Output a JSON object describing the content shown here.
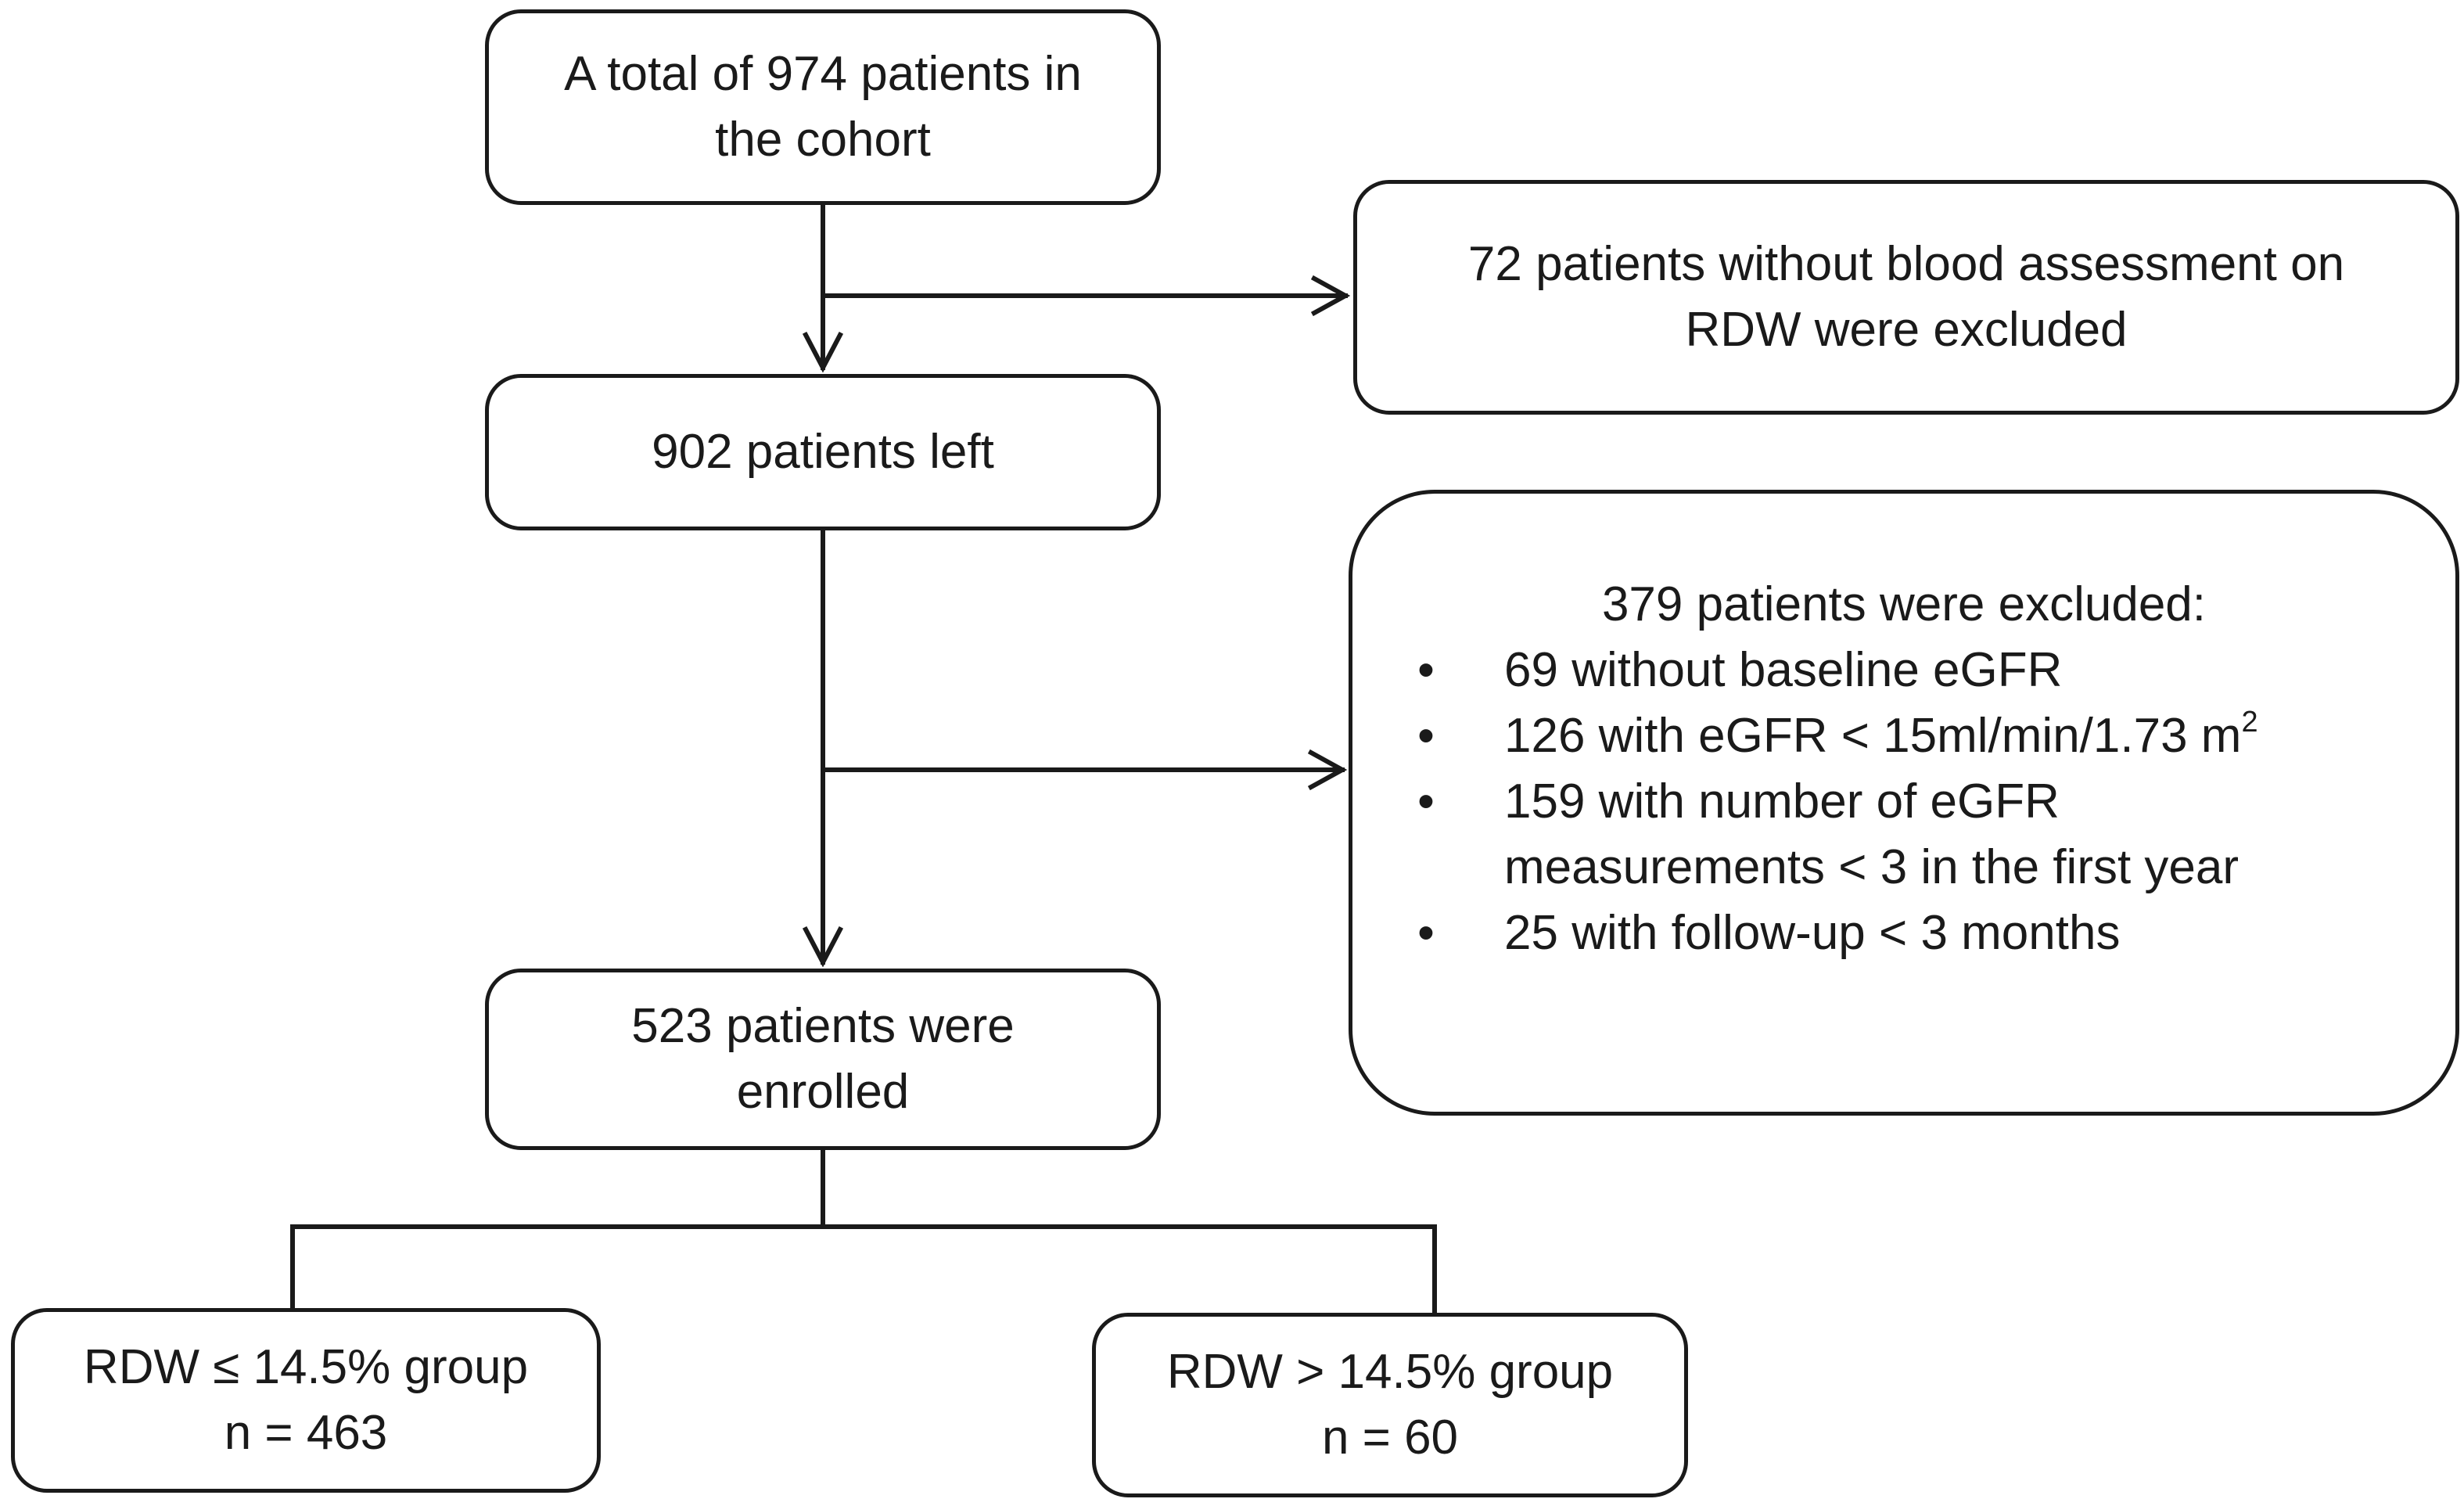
{
  "boxes": {
    "total": {
      "lines": [
        "A total of 974 patients in",
        "the cohort"
      ]
    },
    "excluded_rdw": {
      "lines": [
        "72 patients without blood assessment on",
        "RDW were excluded"
      ]
    },
    "left": {
      "lines": [
        "902 patients left"
      ]
    },
    "excluded_criteria": {
      "heading": "379 patients were excluded:",
      "bullet_glyph": "•",
      "items": [
        {
          "text": "69 without baseline eGFR"
        },
        {
          "text": "126 with eGFR < 15ml/min/1.73 m",
          "sup": "2"
        },
        {
          "text": "159 with number of eGFR",
          "continuation": "measurements < 3 in the first year"
        },
        {
          "text": "25 with follow-up < 3 months"
        }
      ]
    },
    "enrolled": {
      "lines": [
        "523 patients were",
        "enrolled"
      ]
    },
    "group_low": {
      "lines": [
        "RDW ≤ 14.5% group",
        "n = 463"
      ]
    },
    "group_high": {
      "lines": [
        "RDW > 14.5% group",
        "n = 60"
      ]
    }
  },
  "colors": {
    "stroke": "#1a1a1a",
    "background": "#ffffff"
  }
}
